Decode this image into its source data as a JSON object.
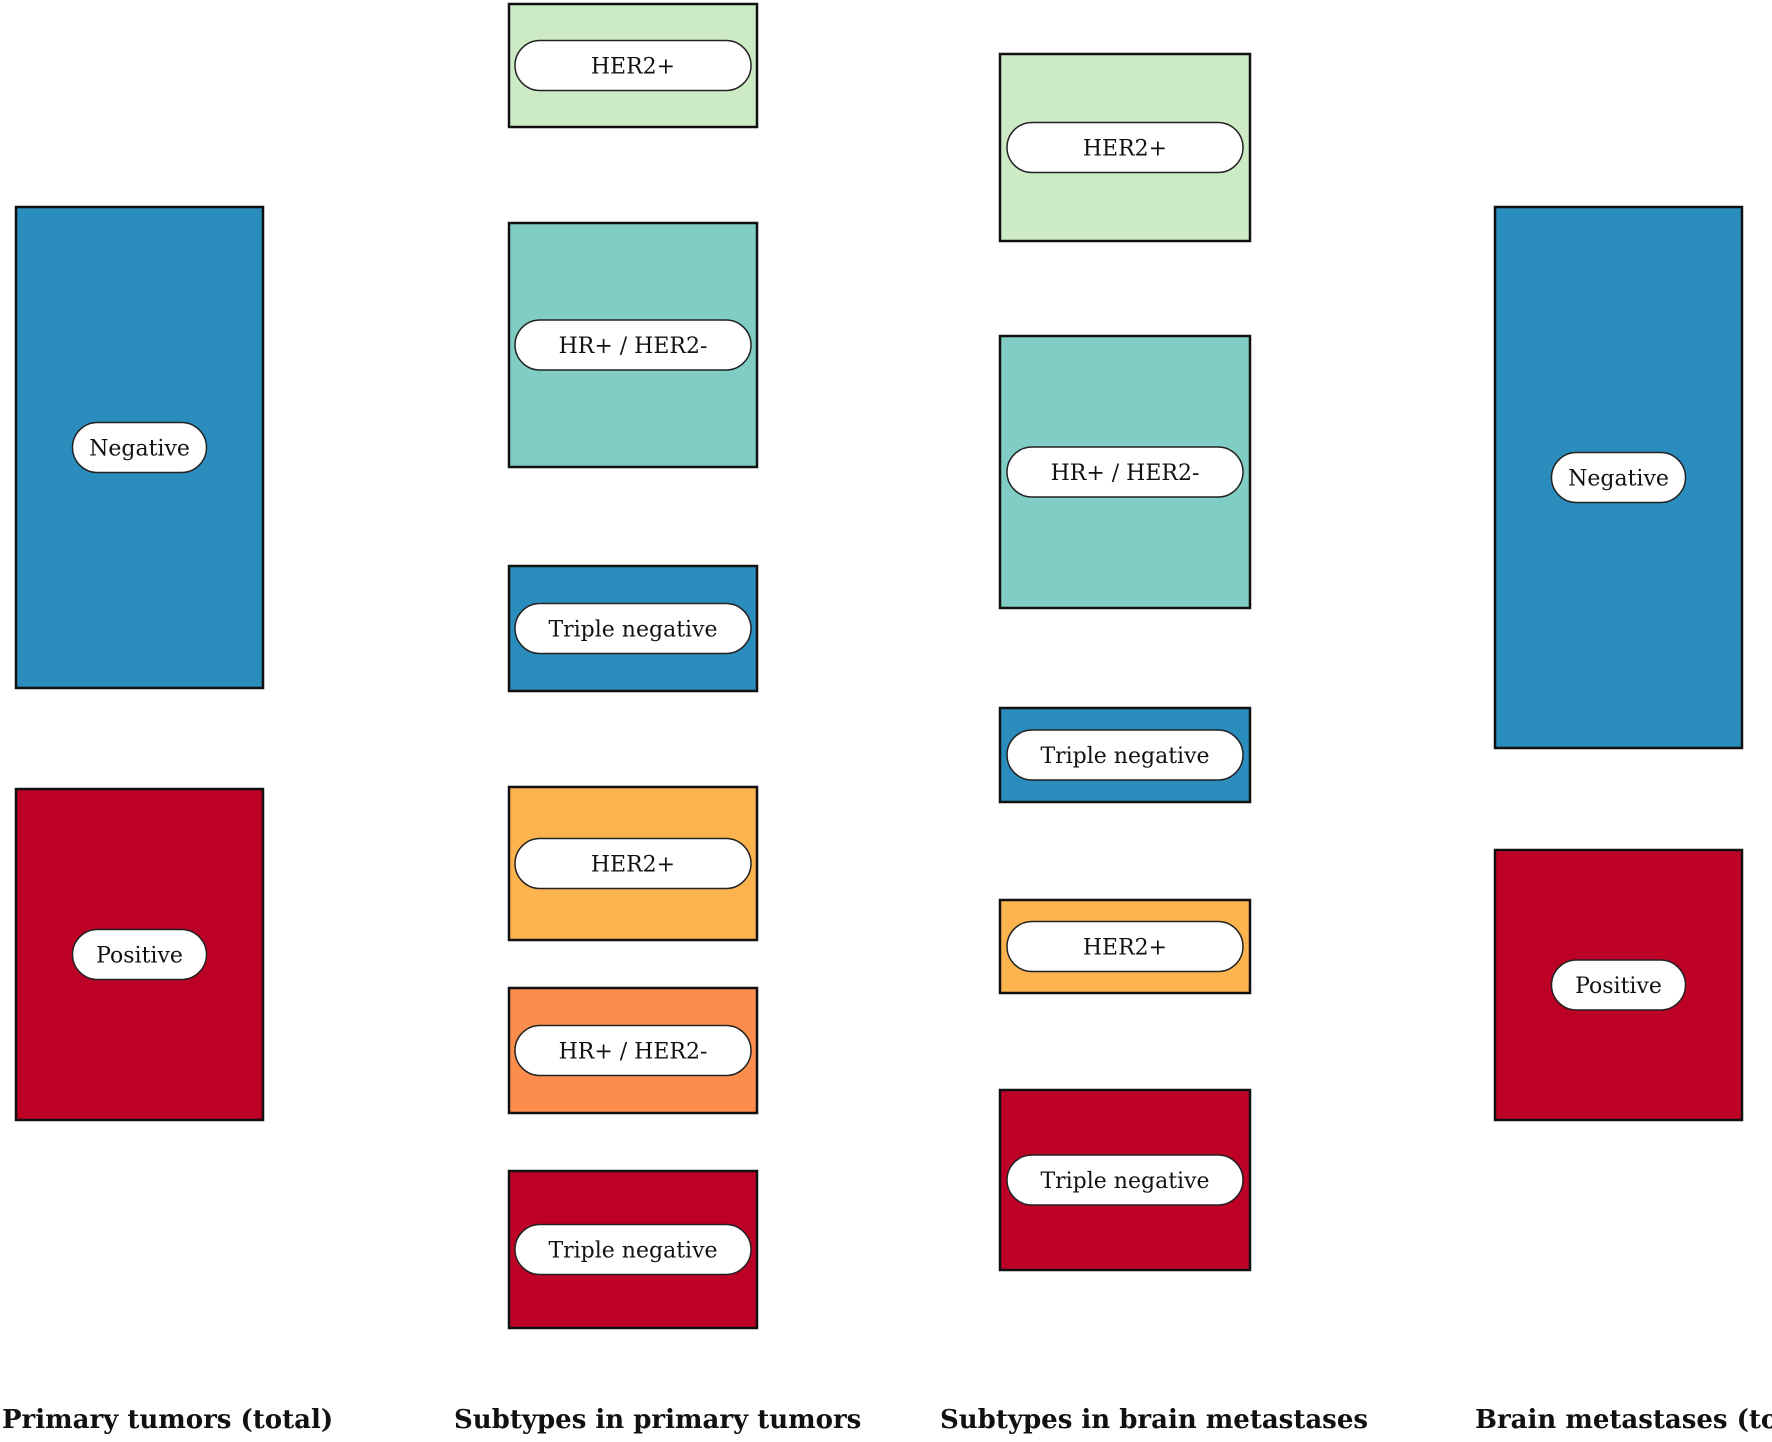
{
  "columns": [
    {
      "id": "primary_total",
      "label": "Primary tumors (total)"
    },
    {
      "id": "primary_subtypes",
      "label": "Subtypes in primary tumors"
    },
    {
      "id": "brain_subtypes",
      "label": "Subtypes in brain metastases"
    },
    {
      "id": "brain_total",
      "label": "Brain metastases (total)"
    }
  ],
  "colors": {
    "negative": "#2b8cbe",
    "positive": "#bd0026",
    "her2_neg": "#ccebc5",
    "hr_neg": "#7fcdc4",
    "tn_neg": "#2b8cbe",
    "her2_pos": "#fdb44e",
    "hr_pos": "#fd8d4c",
    "tn_pos": "#bd0026",
    "flow_negative": "#2b8cbe",
    "flow_positive": "#c9304e",
    "flow_her2_neg": "#ccebc5",
    "flow_hr_neg": "#7fcdc4",
    "flow_her2_pos": "#fdb44e",
    "flow_hr_pos": "#fb6a4a",
    "flow_tn_pos": "#c9304e"
  },
  "nodes": [
    {
      "id": "p_neg",
      "column": 0,
      "label": "Negative",
      "color": "negative"
    },
    {
      "id": "p_pos",
      "column": 0,
      "label": "Positive",
      "color": "positive"
    },
    {
      "id": "ps_her2_n",
      "column": 1,
      "label": "HER2+",
      "color": "her2_neg"
    },
    {
      "id": "ps_hr_n",
      "column": 1,
      "label": "HR+ / HER2-",
      "color": "hr_neg"
    },
    {
      "id": "ps_tn_n",
      "column": 1,
      "label": "Triple negative",
      "color": "tn_neg"
    },
    {
      "id": "ps_her2_p",
      "column": 1,
      "label": "HER2+",
      "color": "her2_pos"
    },
    {
      "id": "ps_hr_p",
      "column": 1,
      "label": "HR+ / HER2-",
      "color": "hr_pos"
    },
    {
      "id": "ps_tn_p",
      "column": 1,
      "label": "Triple negative",
      "color": "tn_pos"
    },
    {
      "id": "bs_her2_n",
      "column": 2,
      "label": "HER2+",
      "color": "her2_neg"
    },
    {
      "id": "bs_hr_n",
      "column": 2,
      "label": "HR+ / HER2-",
      "color": "hr_neg"
    },
    {
      "id": "bs_tn_n",
      "column": 2,
      "label": "Triple negative",
      "color": "tn_neg"
    },
    {
      "id": "bs_her2_p",
      "column": 2,
      "label": "HER2+",
      "color": "her2_pos"
    },
    {
      "id": "bs_tn_p",
      "column": 2,
      "label": "Triple negative",
      "color": "tn_pos"
    },
    {
      "id": "b_neg",
      "column": 3,
      "label": "Negative",
      "color": "negative"
    },
    {
      "id": "b_pos",
      "column": 3,
      "label": "Positive",
      "color": "positive"
    }
  ],
  "flows": [
    {
      "from": "p_neg",
      "to": "ps_her2_n",
      "color": "flow_negative"
    },
    {
      "from": "p_neg",
      "to": "ps_hr_n",
      "color": "flow_negative"
    },
    {
      "from": "p_neg",
      "to": "ps_tn_n",
      "color": "flow_negative"
    },
    {
      "from": "p_pos",
      "to": "ps_her2_p",
      "color": "flow_positive"
    },
    {
      "from": "p_pos",
      "to": "ps_hr_p",
      "color": "flow_positive"
    },
    {
      "from": "p_pos",
      "to": "ps_tn_p",
      "color": "flow_positive"
    },
    {
      "from": "ps_her2_n",
      "to": "bs_her2_n",
      "color": "flow_her2_neg"
    },
    {
      "from": "ps_her2_n",
      "to": "bs_her2_p",
      "color": "flow_her2_neg"
    },
    {
      "from": "ps_hr_n",
      "to": "bs_hr_n",
      "color": "flow_hr_neg"
    },
    {
      "from": "ps_tn_n",
      "to": "bs_tn_n",
      "color": "flow_negative"
    },
    {
      "from": "ps_tn_n",
      "to": "bs_tn_p",
      "color": "flow_negative"
    },
    {
      "from": "ps_her2_p",
      "to": "bs_her2_n",
      "color": "flow_her2_pos"
    },
    {
      "from": "ps_her2_p",
      "to": "bs_her2_p",
      "color": "flow_her2_pos"
    },
    {
      "from": "ps_hr_p",
      "to": "bs_hr_n",
      "color": "flow_hr_pos"
    },
    {
      "from": "ps_tn_p",
      "to": "bs_tn_n",
      "color": "flow_tn_pos"
    },
    {
      "from": "ps_tn_p",
      "to": "bs_tn_p",
      "color": "flow_tn_pos"
    },
    {
      "from": "bs_her2_n",
      "to": "b_neg",
      "color": "flow_her2_neg"
    },
    {
      "from": "bs_hr_n",
      "to": "b_neg",
      "color": "flow_hr_neg"
    },
    {
      "from": "bs_tn_n",
      "to": "b_neg",
      "color": "flow_negative"
    },
    {
      "from": "bs_her2_p",
      "to": "b_pos",
      "color": "flow_her2_pos"
    },
    {
      "from": "bs_tn_p",
      "to": "b_pos",
      "color": "flow_tn_pos"
    }
  ]
}
